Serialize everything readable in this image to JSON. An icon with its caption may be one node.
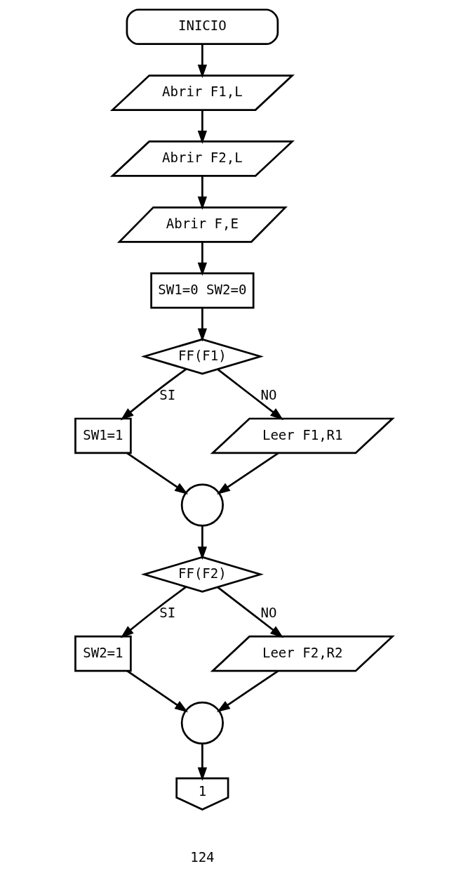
{
  "diagram": {
    "nodes": [
      {
        "text": [
          "INICIO"
        ]
      },
      {
        "text": [
          "Abrir F1,L"
        ]
      },
      {
        "text": [
          "Abrir F2,L"
        ]
      },
      {
        "text": [
          "Abrir F,E"
        ]
      },
      {
        "text": [
          "SW1=0 SW2=0"
        ]
      },
      {
        "text": [
          "FF(F1)"
        ]
      },
      {
        "text": [
          "SW1=1"
        ]
      },
      {
        "text": [
          "Leer F1,R1"
        ]
      },
      {
        "text": [],
        "shape": "circle"
      },
      {
        "text": [
          "FF(F2)"
        ]
      },
      {
        "text": [
          "SW2=1"
        ]
      },
      {
        "text": [
          "Leer F2,R2"
        ]
      },
      {
        "text": [],
        "shape": "circle"
      },
      {
        "text": [
          "1"
        ]
      }
    ],
    "edges": [
      {
        "from": 0,
        "to": 1,
        "arrow": "to"
      },
      {
        "from": 1,
        "to": 2,
        "arrow": "to"
      },
      {
        "from": 2,
        "to": 3,
        "arrow": "to"
      },
      {
        "from": 3,
        "to": 4,
        "arrow": "to"
      },
      {
        "from": 4,
        "to": 5,
        "arrow": "to"
      },
      {
        "from": 5,
        "to": 6,
        "arrow": "to",
        "label": "SI"
      },
      {
        "from": 5,
        "to": 7,
        "arrow": "to",
        "label": "NO"
      },
      {
        "from": 6,
        "to": 8,
        "arrow": "to"
      },
      {
        "from": 7,
        "to": 8,
        "arrow": "to"
      },
      {
        "from": 8,
        "to": 9,
        "arrow": "to"
      },
      {
        "from": 9,
        "to": 10,
        "arrow": "to",
        "label": "SI"
      },
      {
        "from": 9,
        "to": 11,
        "arrow": "to",
        "label": "NO"
      },
      {
        "from": 10,
        "to": 12,
        "arrow": "to"
      },
      {
        "from": 11,
        "to": 12,
        "arrow": "to"
      },
      {
        "from": 12,
        "to": 13,
        "arrow": "to"
      }
    ],
    "labels": [
      "124"
    ]
  }
}
